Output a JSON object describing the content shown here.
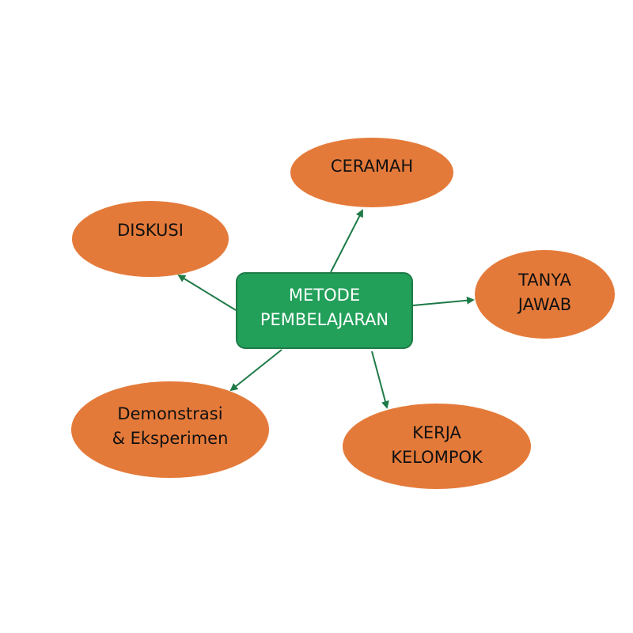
{
  "colors": {
    "center_fill": "#22a05a",
    "center_border": "#1e7a47",
    "node_fill": "#e47a3a",
    "arrow": "#1e7a47"
  },
  "center": {
    "lines": [
      "METODE",
      "PEMBELAJARAN"
    ]
  },
  "nodes": {
    "ceramah": {
      "lines": [
        "CERAMAH"
      ]
    },
    "diskusi": {
      "lines": [
        "DISKUSI"
      ]
    },
    "tanya_jawab": {
      "lines": [
        "TANYA",
        "JAWAB"
      ]
    },
    "demonstrasi": {
      "lines": [
        "Demonstrasi",
        "& Eksperimen"
      ]
    },
    "kerja_kelompok": {
      "lines": [
        "KERJA",
        "KELOMPOK"
      ]
    }
  }
}
